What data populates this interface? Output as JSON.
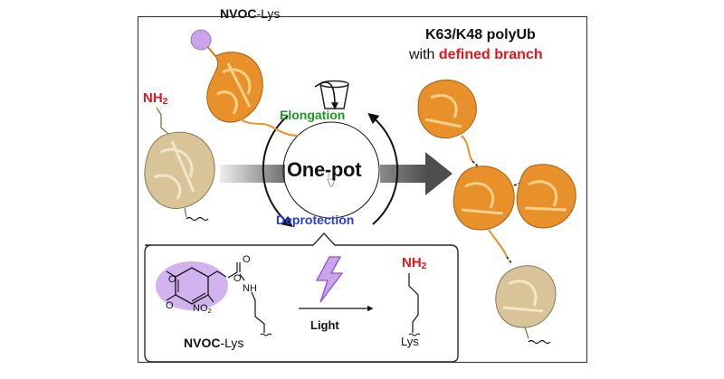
{
  "top_left_label": {
    "prefix": "NVOC",
    "suffix": "-Lys"
  },
  "free_amine_label": {
    "main": "NH",
    "sub": "2"
  },
  "title": {
    "line1": "K63/K48 polyUb",
    "line2_prefix": "with ",
    "line2_highlight": "defined branch"
  },
  "cycle": {
    "step1": "Elongation",
    "center": "One-pot",
    "step2": "Deprotection"
  },
  "inset": {
    "nitro_label": {
      "main": "NO",
      "sub": "2"
    },
    "amide_label": "NH",
    "oxygen_label": "O",
    "reagent_label": {
      "prefix": "NVOC",
      "suffix": "-Lys"
    },
    "condition": "Light",
    "product_amine": {
      "main": "NH",
      "sub": "2"
    },
    "product_label": "Lys"
  },
  "colors": {
    "protein_orange": "#e8902a",
    "protein_beige": "#d9c49a",
    "accent_red": "#e8141a",
    "elongation_green": "#1e9a1e",
    "deprotection_blue": "#2a3cd6",
    "protecting_group_purple": "#c9a6ec",
    "light_bolt": "#a56de8"
  },
  "icons": [
    "beaker-icon",
    "lightning-bolt-icon",
    "purple-bead-icon"
  ]
}
